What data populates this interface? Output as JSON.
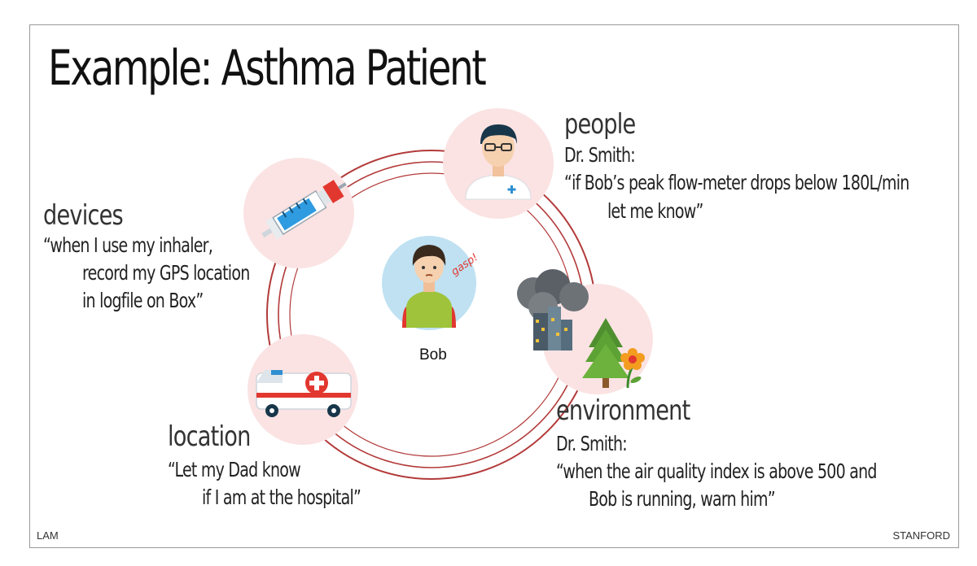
{
  "title": "Example: Asthma Patient",
  "center": {
    "name": "Bob",
    "speech": "gasp!"
  },
  "people": {
    "heading": "people",
    "lines": [
      "Dr. Smith:",
      "“if Bob’s peak flow-meter drops below 180L/min",
      "let me know”"
    ]
  },
  "devices": {
    "heading": "devices",
    "lines": [
      "“when I use my inhaler,",
      "record my GPS location",
      "in logfile on Box”"
    ]
  },
  "location": {
    "heading": "location",
    "lines": [
      "“Let my Dad know",
      "if I am at the hospital”"
    ]
  },
  "environment": {
    "heading": "environment",
    "lines": [
      "Dr. Smith:",
      "“when the air quality index is above 500 and",
      "Bob is running, warn him”"
    ]
  },
  "footer": {
    "left": "LAM",
    "right": "STANFORD"
  },
  "colors": {
    "ring": "#b33a3a",
    "node_bg": "#fbe3e3",
    "bob_bg": "#bfe1f2",
    "shirt": "#9fc33a"
  },
  "icons": [
    "syringe-icon",
    "doctor-icon",
    "patient-icon",
    "ambulance-icon",
    "smog-city-icon",
    "tree-flower-icon"
  ]
}
